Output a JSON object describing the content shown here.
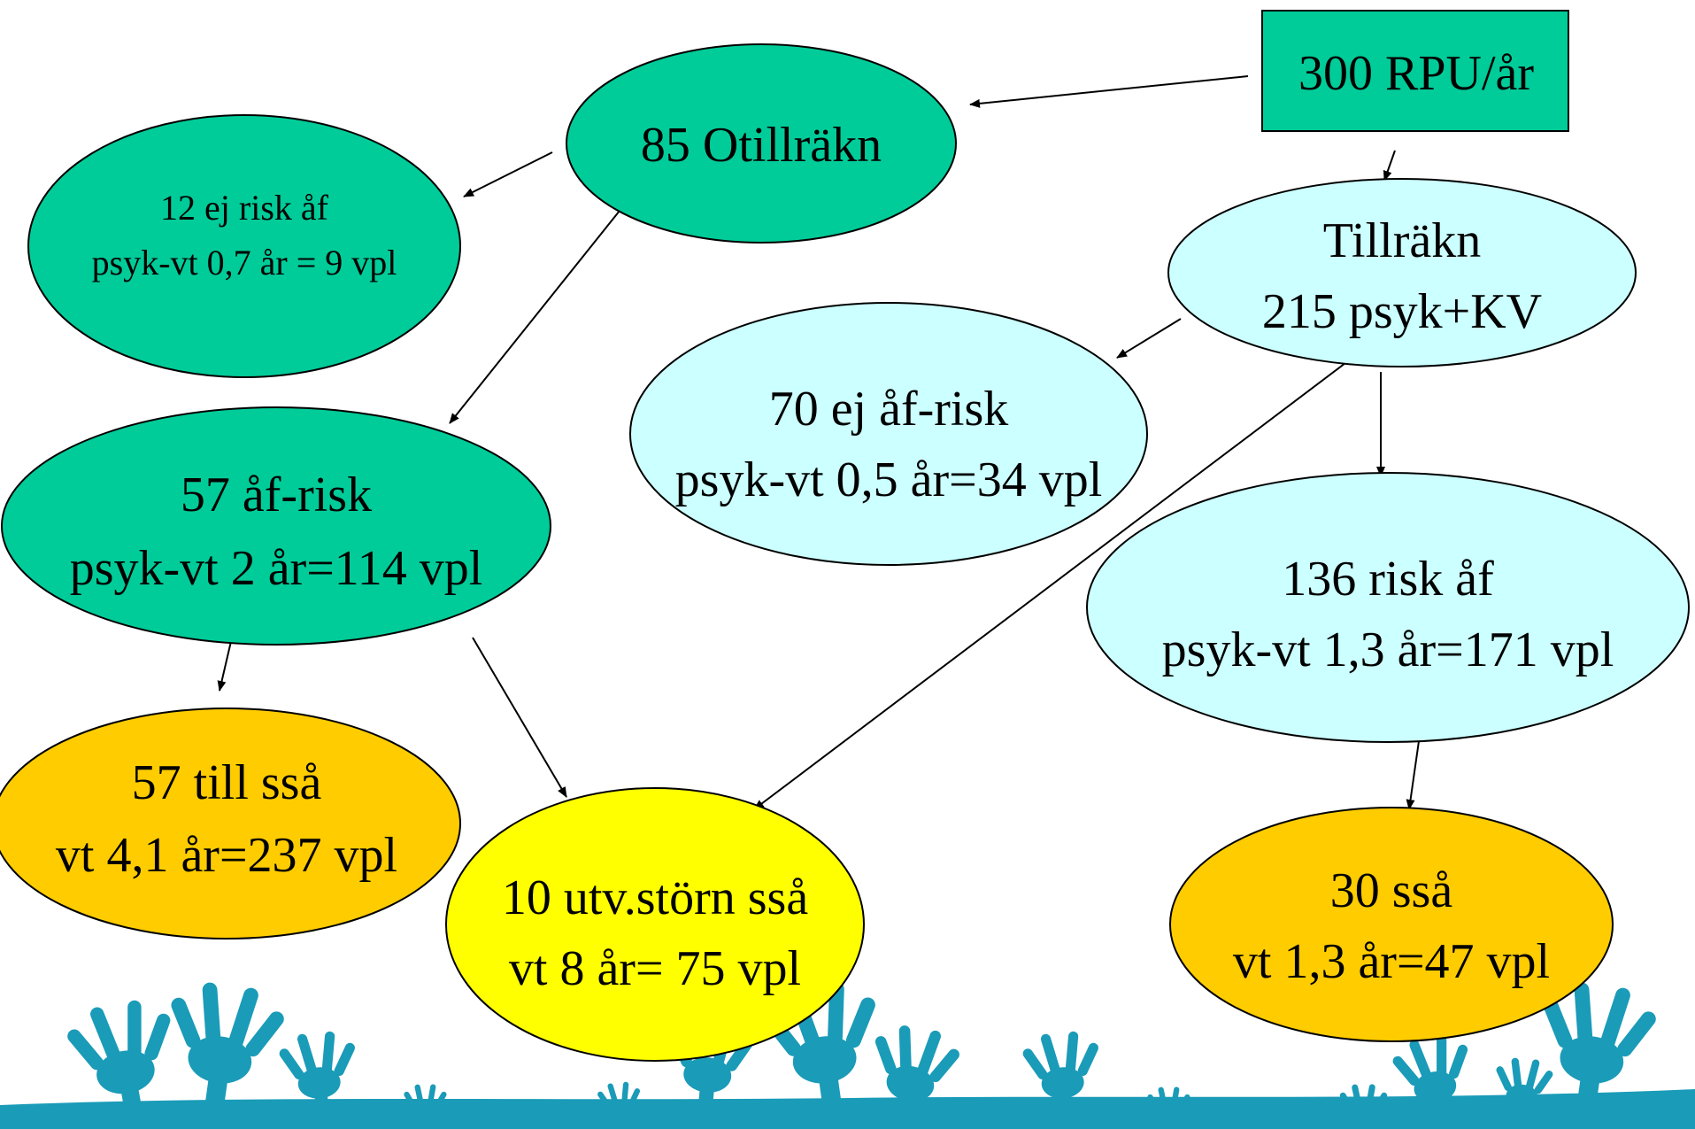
{
  "colors": {
    "otillrakn": "#00cc99",
    "tillrakn": "#ccffff",
    "orange": "#ffcc00",
    "yellow": "#ffff00",
    "hands": "#1a9bb8"
  },
  "nodes": {
    "rpu": {
      "line1": "300 RPU/år"
    },
    "otillrakn": {
      "line1": "85 Otillräkn"
    },
    "ej_risk_12": {
      "line1": "12 ej risk åf",
      "line2": "psyk-vt 0,7 år = 9 vpl"
    },
    "af_risk_57": {
      "line1": "57 åf-risk",
      "line2": "psyk-vt 2 år=114 vpl"
    },
    "till_ssa_57": {
      "line1": "57 till sså",
      "line2": "vt 4,1 år=237 vpl"
    },
    "utv_storn": {
      "line1": "10 utv.störn sså",
      "line2": "vt 8 år= 75 vpl"
    },
    "tillrakn": {
      "line1": "Tillräkn",
      "line2": "215 psyk+KV"
    },
    "ej_af_risk_70": {
      "line1": "70 ej åf-risk",
      "line2": "psyk-vt 0,5 år=34 vpl"
    },
    "risk_af_136": {
      "line1": "136 risk åf",
      "line2": "psyk-vt 1,3 år=171 vpl"
    },
    "ssa_30": {
      "line1": "30 sså",
      "line2": "vt 1,3 år=47 vpl"
    }
  },
  "decoration": {
    "hands_icon": "hand-silhouettes"
  }
}
